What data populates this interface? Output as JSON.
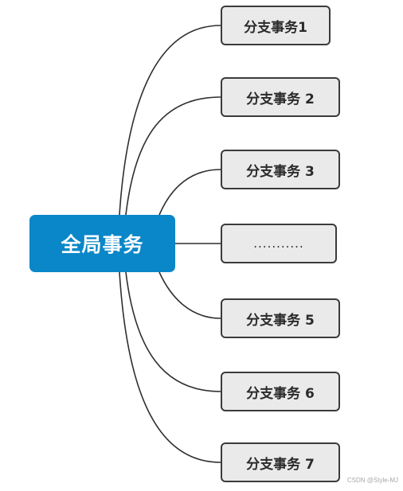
{
  "central": {
    "label": "全局事务"
  },
  "branches": [
    {
      "label": "分支事务1"
    },
    {
      "label": "分支事务 2"
    },
    {
      "label": "分支事务 3"
    },
    {
      "label": "..........."
    },
    {
      "label": "分支事务 5"
    },
    {
      "label": "分支事务 6"
    },
    {
      "label": "分支事务 7"
    }
  ],
  "watermark": "CSDN @Style-MJ",
  "colors": {
    "central_fill": "#0a87c8",
    "branch_fill": "#eaeaea",
    "branch_border": "#3b3b3b",
    "connector": "#2f2f2f"
  }
}
